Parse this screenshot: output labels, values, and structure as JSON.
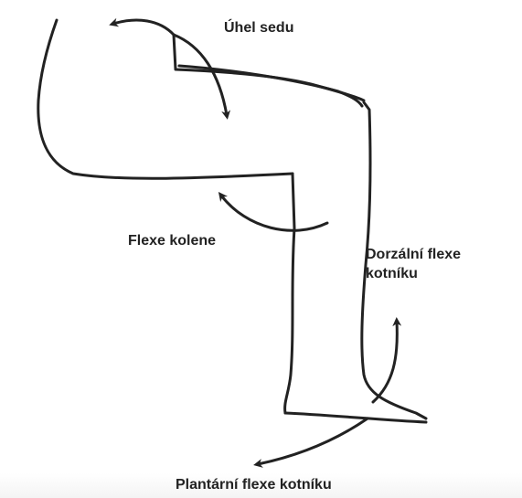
{
  "labels": {
    "seat_angle": "Úhel sedu",
    "knee_flexion": "Flexe kolene",
    "ankle_dorsiflexion_line1": "Dorzální flexe",
    "ankle_dorsiflexion_line2": "kotníku",
    "ankle_plantarflexion": "Plantární flexe kotníku"
  },
  "colors": {
    "ink": "#222222",
    "background": "#ffffff"
  }
}
